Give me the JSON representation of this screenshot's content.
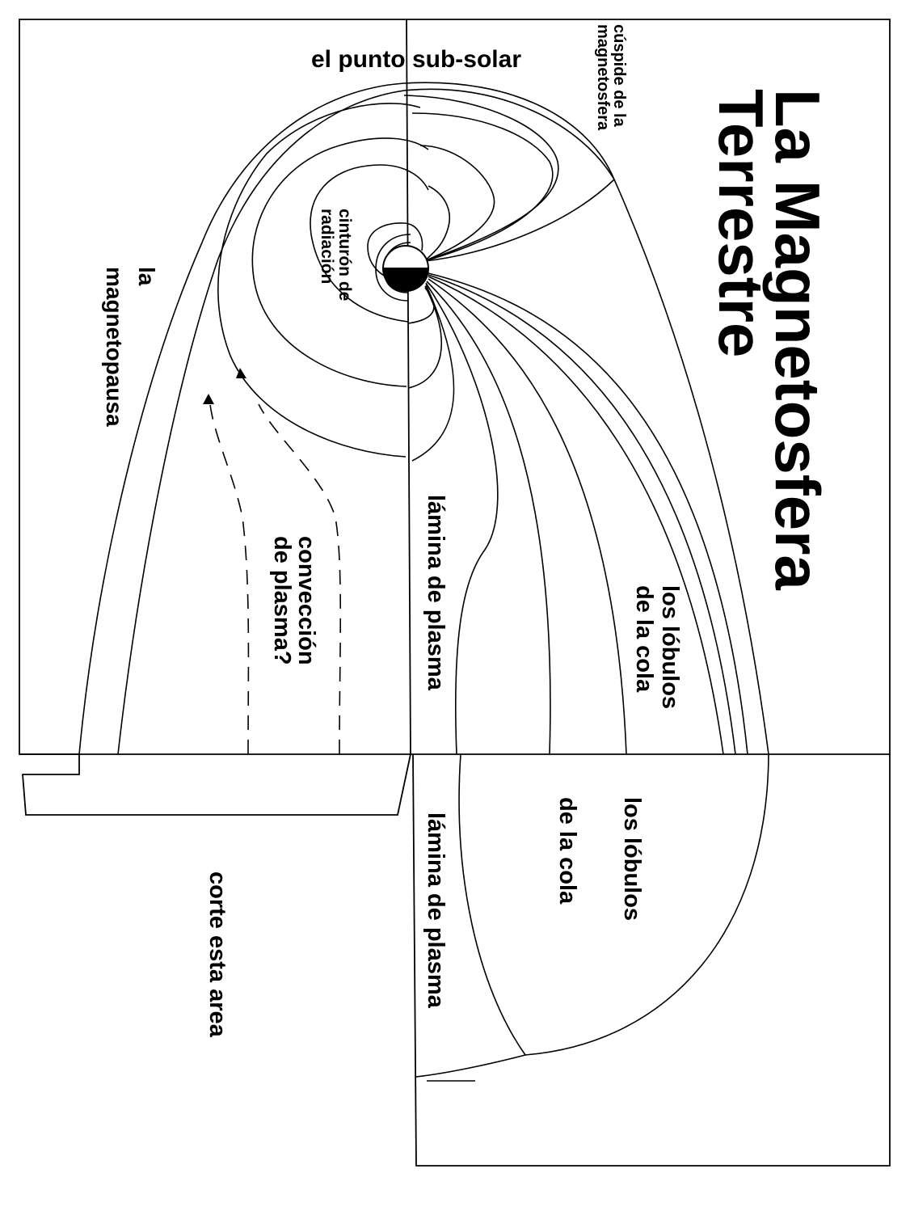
{
  "title_line1": "La Magnetosfera",
  "title_line2": "Terrestre",
  "labels": {
    "sub_solar_point": "el punto  sub-solar",
    "cusp_line1": "cúspide de la",
    "cusp_line2": "magnetosfera",
    "radiation_belt_line1": "cinturón de",
    "radiation_belt_line2": "radiación",
    "magnetopause_line1": "la",
    "magnetopause_line2": "magnetopausa",
    "convection_line1": "convección",
    "convection_line2": "de plasma?",
    "plasma_sheet_top": "lámina de plasma",
    "tail_lobes_top_line1": "los lóbulos",
    "tail_lobes_top_line2": "de la cola",
    "tail_lobes_bottom_line1": "los lóbulos",
    "tail_lobes_bottom_line2": "de la cola",
    "plasma_sheet_bottom": "lámina de plasma",
    "cut_area": "corte  esta  area"
  }
}
